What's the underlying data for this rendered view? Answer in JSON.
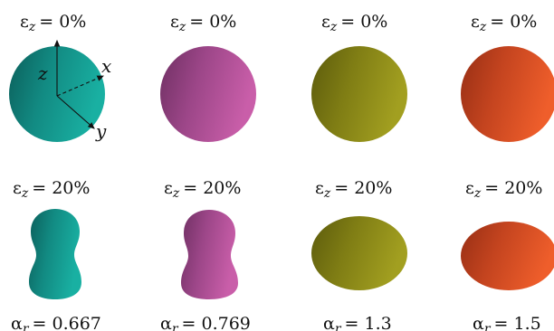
{
  "figure": {
    "top_row": {
      "labels": [
        {
          "sym": "ε",
          "sub": "z",
          "rhs": "= 0%"
        },
        {
          "sym": "ε",
          "sub": "z",
          "rhs": "= 0%"
        },
        {
          "sym": "ε",
          "sub": "z",
          "rhs": "= 0%"
        },
        {
          "sym": "ε",
          "sub": "z",
          "rhs": "= 0%"
        }
      ]
    },
    "mid_row": {
      "labels": [
        {
          "sym": "ε",
          "sub": "z",
          "rhs": "= 20%"
        },
        {
          "sym": "ε",
          "sub": "z",
          "rhs": "= 20%"
        },
        {
          "sym": "ε",
          "sub": "z",
          "rhs": "= 20%"
        },
        {
          "sym": "ε",
          "sub": "z",
          "rhs": "= 20%"
        }
      ]
    },
    "bottom_row": {
      "labels": [
        {
          "sym": "α",
          "sub": "r",
          "rhs": "= 0.667"
        },
        {
          "sym": "α",
          "sub": "r",
          "rhs": "= 0.769"
        },
        {
          "sym": "α",
          "sub": "r",
          "rhs": "= 1.3"
        },
        {
          "sym": "α",
          "sub": "r",
          "rhs": "= 1.5"
        }
      ]
    },
    "axes": {
      "x": "x",
      "y": "y",
      "z": "z"
    },
    "colors": {
      "teal": {
        "light": "#16a89c",
        "dark": "#0b5e5a"
      },
      "magenta": {
        "light": "#c45aa6",
        "dark": "#6e2f62"
      },
      "olive": {
        "light": "#9c9a1c",
        "dark": "#5b5a0c"
      },
      "orange": {
        "light": "#ea5a2a",
        "dark": "#962e14"
      }
    }
  }
}
